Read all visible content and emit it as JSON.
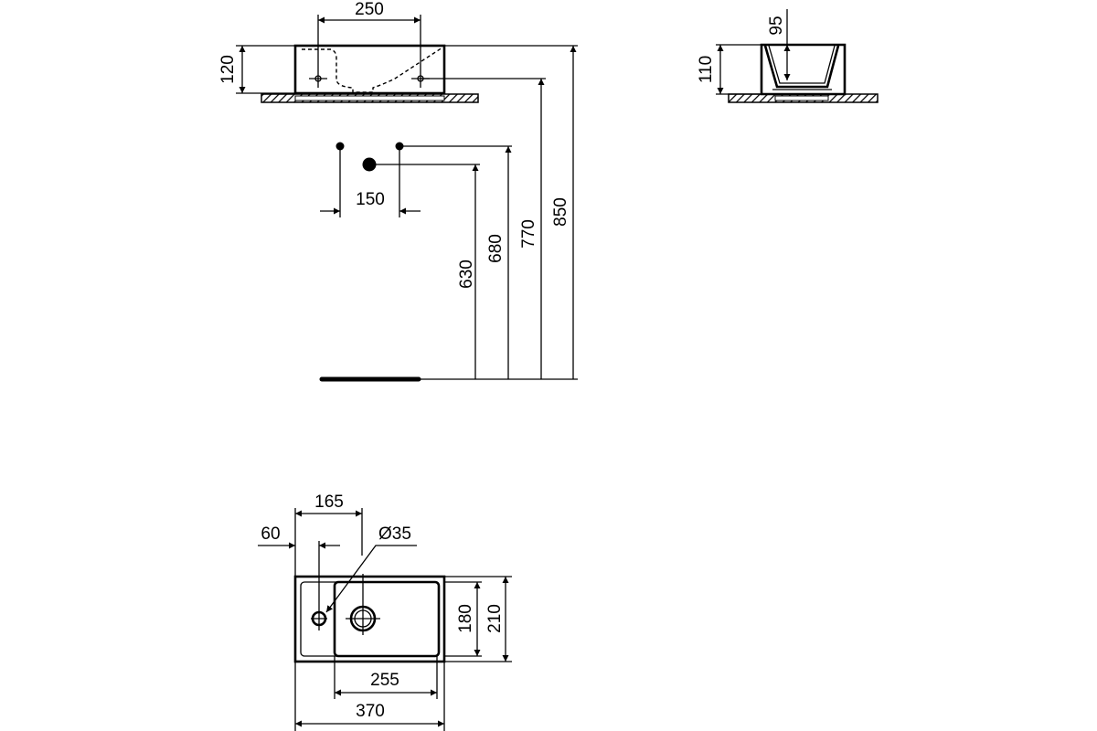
{
  "title": "Wall-hung basin technical drawing",
  "front_view": {
    "tap_spacing": "250",
    "basin_height": "120",
    "supply_spacing": "150",
    "waste_height": "630",
    "supply_height": "680",
    "tap_height": "770",
    "rim_height": "850"
  },
  "side_view": {
    "bowl_depth": "95",
    "basin_height": "110"
  },
  "plan_view": {
    "drain_offset": "165",
    "tap_offset": "60",
    "hole_diameter": "Ø35",
    "bowl_depth": "180",
    "overall_depth": "210",
    "bowl_width": "255",
    "overall_width": "370"
  },
  "colors": {
    "line": "#000000",
    "background": "#ffffff"
  }
}
